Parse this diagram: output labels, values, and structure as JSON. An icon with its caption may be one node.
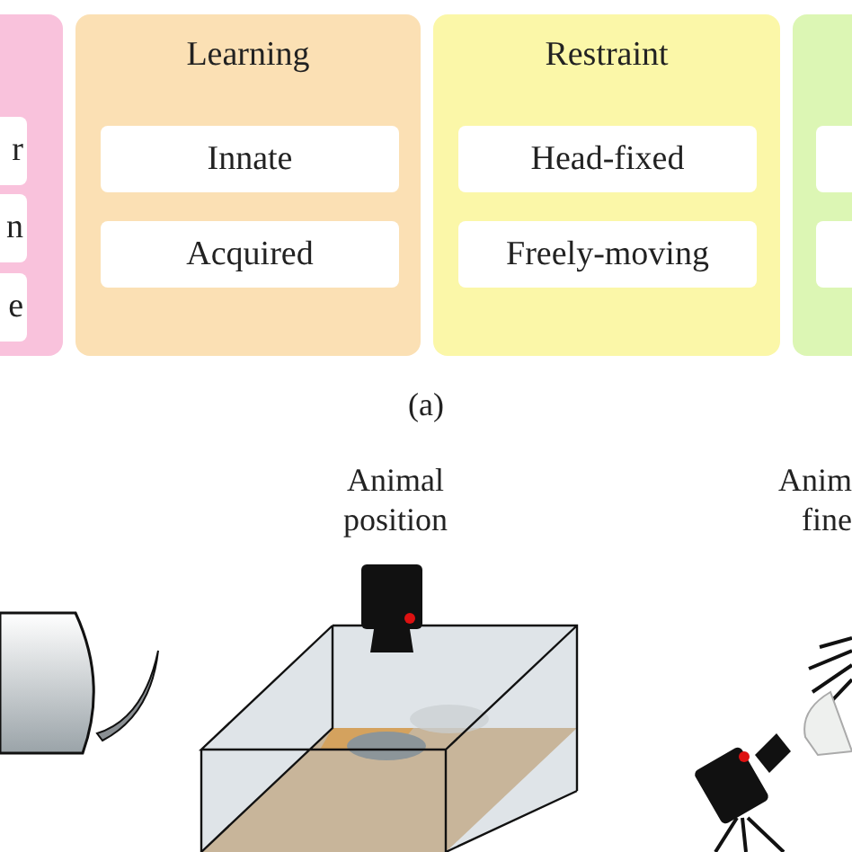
{
  "diagram": {
    "nodes": [
      {
        "text": [],
        "shape": "box"
      },
      {
        "text": [
          "r"
        ],
        "in": 0
      },
      {
        "text": [
          "n"
        ],
        "in": 0
      },
      {
        "text": [
          "e"
        ],
        "in": 0
      },
      {
        "text": [
          "Learning"
        ]
      },
      {
        "text": [
          "Innate"
        ],
        "in": 4
      },
      {
        "text": [
          "Acquired"
        ],
        "in": 4
      },
      {
        "text": [
          "Restraint"
        ]
      },
      {
        "text": [
          "Head-fixed"
        ],
        "in": 7
      },
      {
        "text": [
          "Freely-moving"
        ],
        "in": 7
      },
      {
        "text": [],
        "shape": "box"
      },
      {
        "text": [],
        "shape": "box",
        "in": 10
      },
      {
        "text": [],
        "shape": "box",
        "in": 10
      }
    ],
    "edges": [],
    "labels": [
      "(a)",
      "Animal position",
      "Anim fine"
    ]
  }
}
